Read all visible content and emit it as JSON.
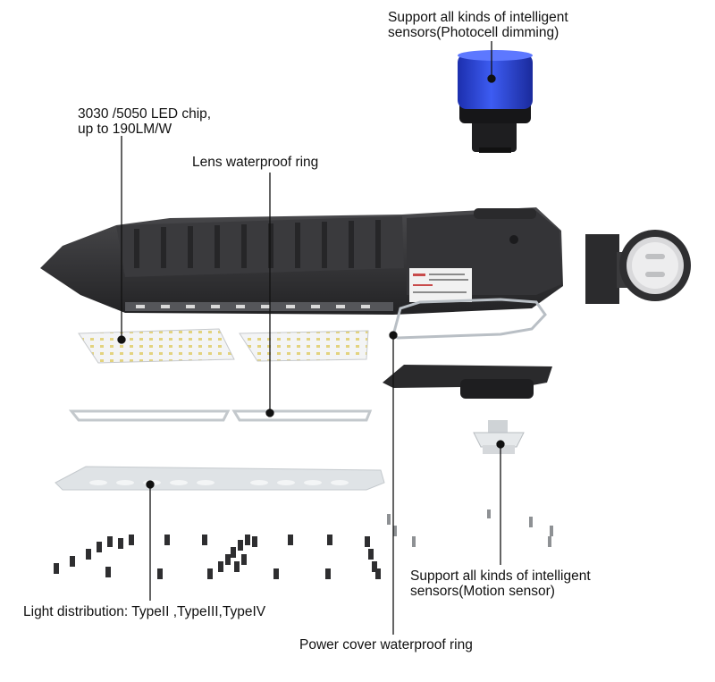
{
  "callouts": {
    "photocell": {
      "line1": "Support all kinds of intelligent",
      "line2": "sensors(Photocell dimming)"
    },
    "led_chip": {
      "line1": "3030 /5050 LED chip,",
      "line2": "up to 190LM/W"
    },
    "lens_ring": {
      "line1": "Lens waterproof ring"
    },
    "light_distribution": {
      "line1": "Light distribution: TypeII ,TypeIII,TypeIV"
    },
    "power_cover_ring": {
      "line1": "Power cover waterproof ring"
    },
    "motion_sensor": {
      "line1": "Support all kinds of intelligent",
      "line2": "sensors(Motion sensor)"
    }
  },
  "colors": {
    "housing": "#2f2f31",
    "housing_light": "#4a4a4d",
    "photocell_blue": "#2f4fe6",
    "led_board": "#eef0f2",
    "led_chip": "#e6d98a",
    "text": "#111111"
  }
}
